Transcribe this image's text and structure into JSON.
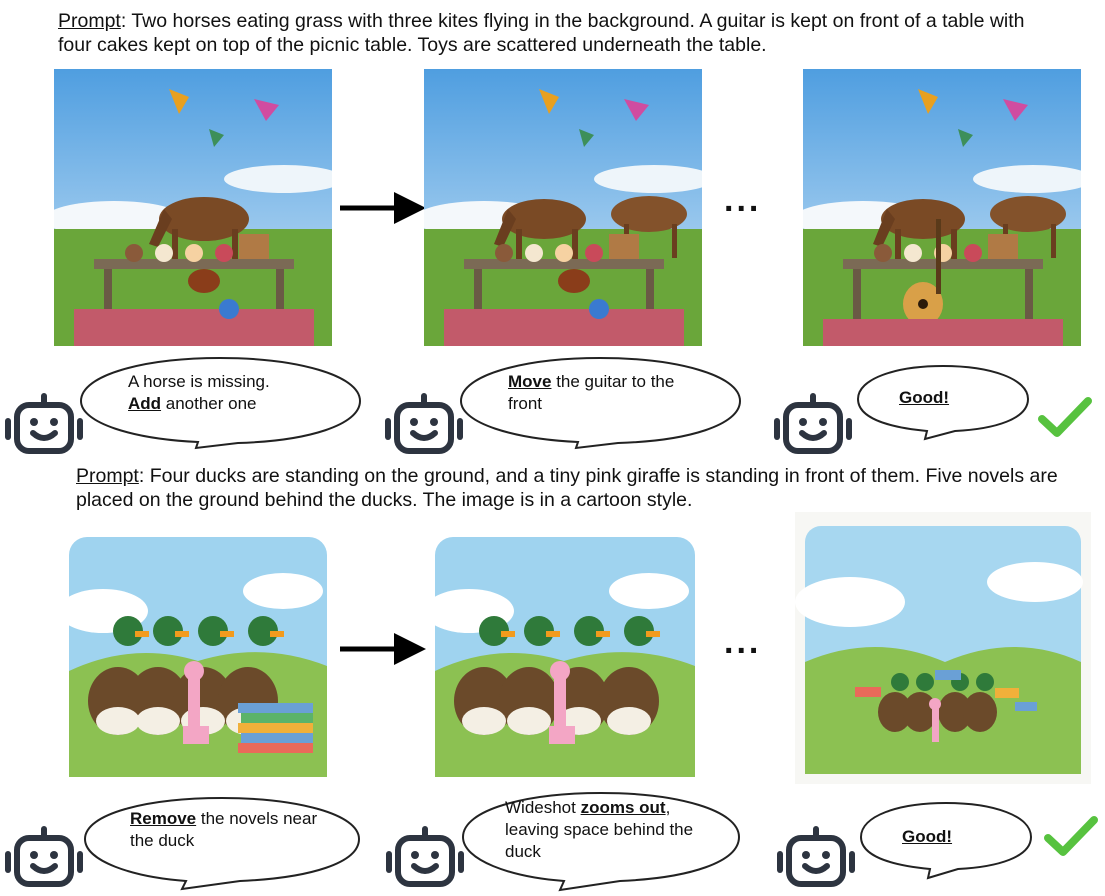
{
  "rows": [
    {
      "prompt_label": "Prompt",
      "prompt_text": ": Two horses eating grass with three kites flying in the background. A guitar is kept on front of a table with four cakes kept on top of the picnic table. Toys are scattered underneath the table.",
      "feedback": [
        {
          "before": "A horse is missing.",
          "keyword": "Add",
          "after": " another one"
        },
        {
          "before": "",
          "keyword": "Move",
          "after": " the guitar to the front"
        },
        {
          "before": "",
          "keyword": "Good!",
          "after": ""
        }
      ]
    },
    {
      "prompt_label": "Prompt",
      "prompt_text": ": Four ducks are standing on the ground, and a tiny pink giraffe is standing in front of them. Five novels are placed on the ground behind the ducks. The image is in a cartoon style.",
      "feedback": [
        {
          "before": "",
          "keyword": "Remove",
          "after": " the novels near the duck"
        },
        {
          "before": "Wideshot ",
          "keyword": "zooms out",
          "after": ", leaving space behind the duck"
        },
        {
          "before": "",
          "keyword": "Good!",
          "after": ""
        }
      ]
    }
  ],
  "ellipsis": "...",
  "icons": {
    "robot": "robot-icon",
    "arrow": "arrow-right-icon",
    "check": "checkmark-icon"
  },
  "colors": {
    "check": "#57c23f",
    "sky": "#6fb0e6",
    "grass": "#6aa63a",
    "cartoon_sky": "#9fd3ef"
  }
}
